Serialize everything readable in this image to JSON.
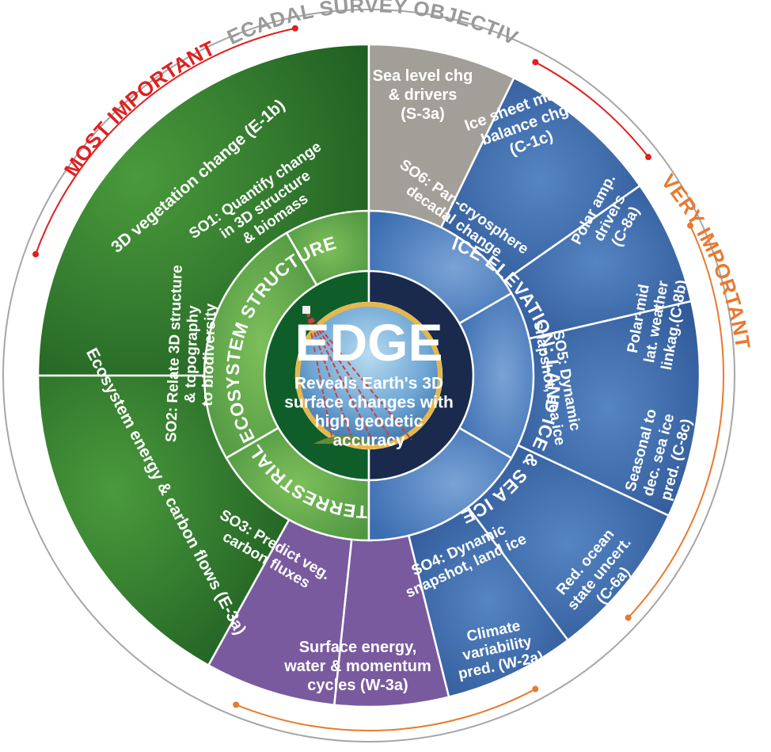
{
  "center": {
    "title": "EDGE",
    "subtitle_lines": [
      "Reveals Earth's 3D",
      "surface changes with",
      "high geodetic",
      "accuracy"
    ]
  },
  "labels": {
    "decadal_survey_objective": "DECADAL SURVEY OBJECTIVE",
    "most_important": "MOST IMPORTANT",
    "very_important": "VERY IMPORTANT",
    "terrestrial": "TERRESTRIAL ECOSYSTEM STRUCTURE",
    "ice": "ICE ELEVATION: LAND ICE & SEA ICE"
  },
  "science_objectives": {
    "so1": [
      "SO1: Quantify change",
      "in 3D structure",
      "& biomass"
    ],
    "so2": [
      "SO2: Relate 3D structure",
      "& topography",
      "to biodiversity"
    ],
    "so3": [
      "SO3: Predict veg.",
      "carbon fluxes"
    ],
    "so4": [
      "SO4: Dynamic",
      "snapshot, land ice"
    ],
    "so5": [
      "SO5: Dynamic",
      "snapshot, sea ice"
    ],
    "so6": [
      "SO6: Pan-cryosphere",
      "decadal change"
    ]
  },
  "decadal_objectives": {
    "e1b": [
      "3D vegetation change (E-1b)"
    ],
    "e3a": [
      "Ecosystem energy & carbon flows (E-3a)"
    ],
    "s3a": [
      "Sea level chg",
      "& drivers",
      "(S-3a)"
    ],
    "c1c": [
      "Ice sheet mass",
      "balance chg",
      "(C-1c)"
    ],
    "c8a": [
      "Polar amp.",
      "drivers",
      "(C-8a)"
    ],
    "c8b": [
      "Polar-mid",
      "lat. weather",
      "linkag.(C-8b)"
    ],
    "c8c": [
      "Seasonal to",
      "dec. sea ice",
      "pred. (C-8c)"
    ],
    "c6a": [
      "Red. ocean",
      "state uncert.",
      "(C-6a)"
    ],
    "w2a": [
      "Climate",
      "variability",
      "pred. (W-2a)"
    ],
    "w3a": [
      "Surface energy,",
      "water & momentum",
      "cycles (W-3a)"
    ]
  },
  "colors": {
    "green_dark": "#2f7a2f",
    "green_mid": "#57a146",
    "green_ring": "#0f5e2a",
    "blue_mid": "#3d6fb0",
    "blue_dark": "#2a4f92",
    "navy_ring": "#1a2a4d",
    "grey": "#a29f98",
    "purple": "#7a5a9e",
    "red": "#e02020",
    "orange": "#e87a30",
    "outer_grey": "#a6a6a6",
    "gold": "#e6b84a"
  }
}
